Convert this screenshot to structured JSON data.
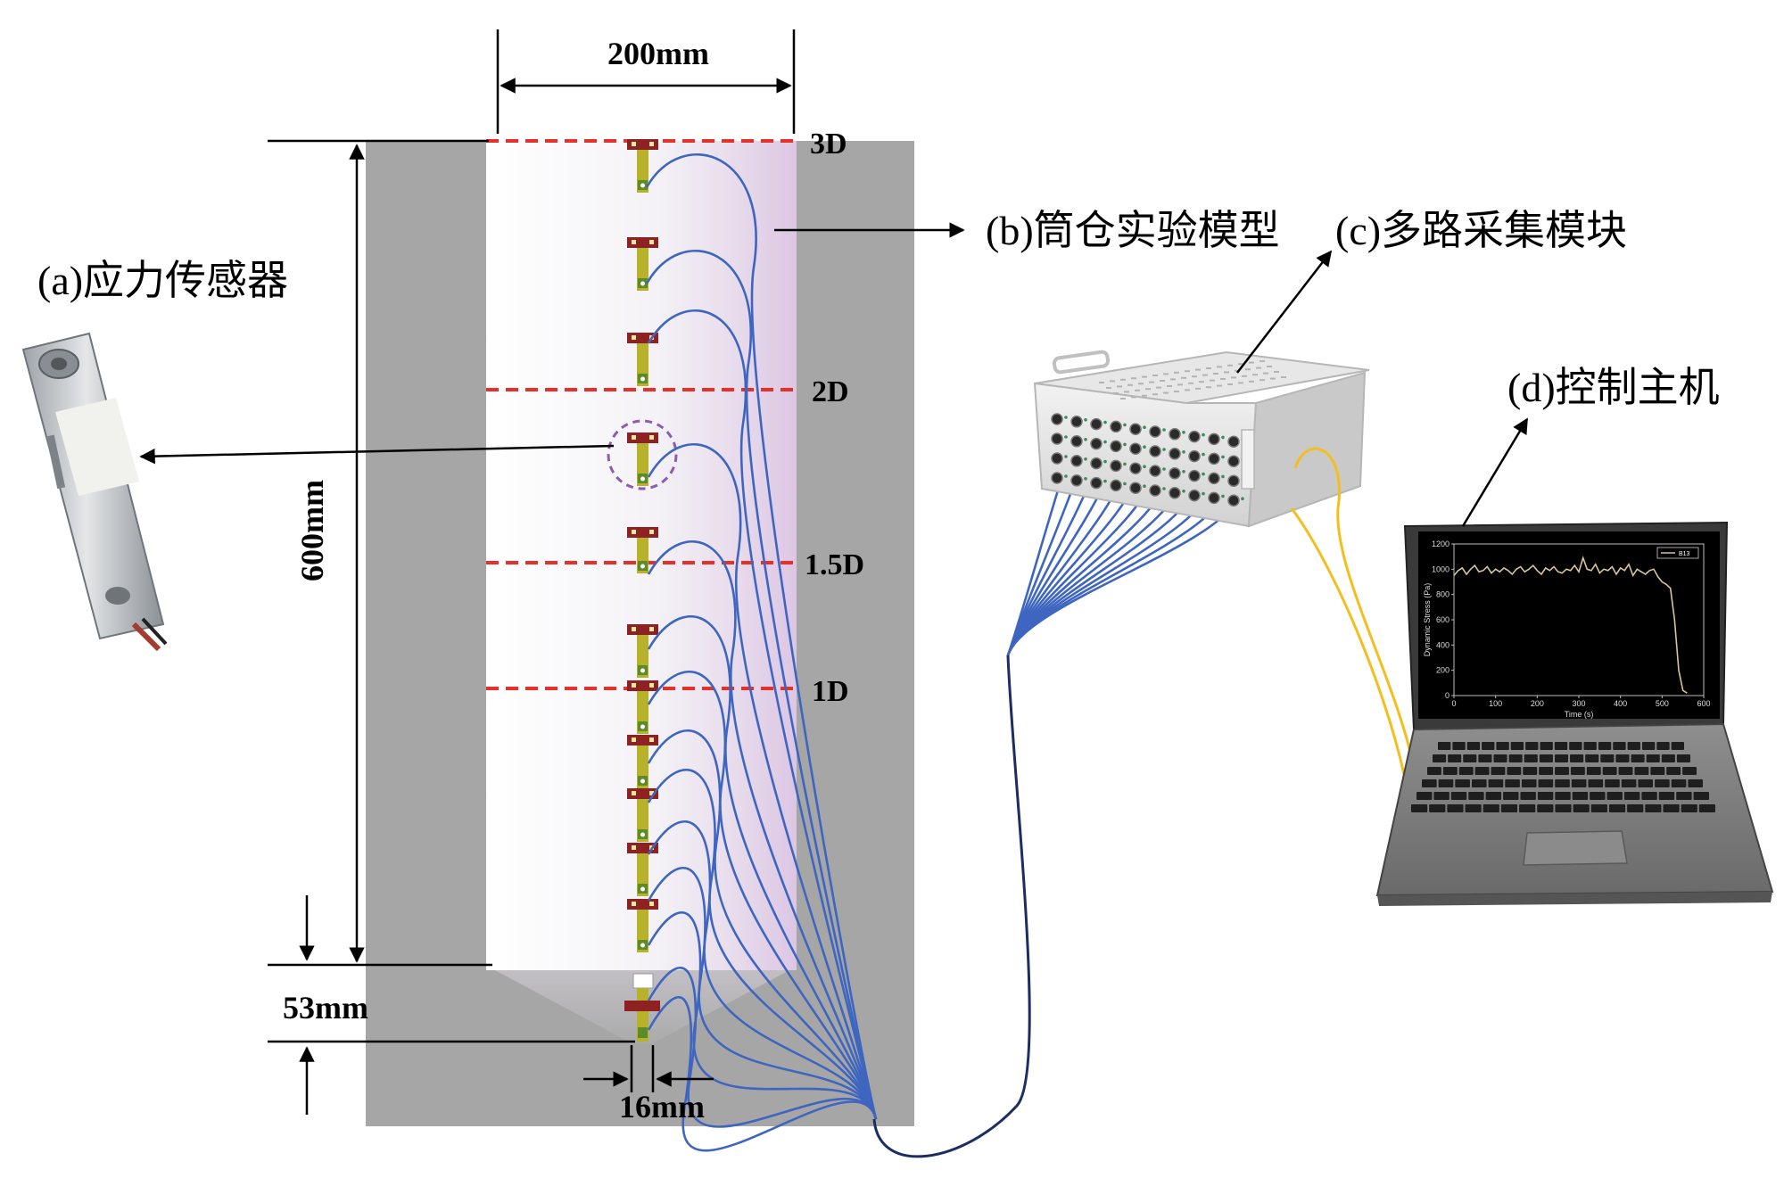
{
  "dimensions": {
    "width_label": "200mm",
    "height_label": "600mm",
    "hopper_label": "53mm",
    "outlet_label": "16mm"
  },
  "levels": [
    "3D",
    "2D",
    "1.5D",
    "1D"
  ],
  "labels": {
    "sensor": "(a)应力传感器",
    "silo": "(b)筒仓实验模型",
    "module": "(c)多路采集模块",
    "host": "(d)控制主机"
  },
  "screen_chart": {
    "type": "line",
    "xlabel": "Time (s)",
    "ylabel": "Dynamic Stress (Pa)",
    "legend": "B13",
    "x_ticks": [
      "0",
      "100",
      "200",
      "300",
      "400",
      "500",
      "600"
    ],
    "y_ticks": [
      "0",
      "200",
      "400",
      "600",
      "800",
      "1000",
      "1200"
    ],
    "xlim": [
      0,
      600
    ],
    "ylim": [
      0,
      1200
    ],
    "series": [
      {
        "name": "B13",
        "x": [
          0,
          10,
          20,
          30,
          40,
          50,
          60,
          70,
          80,
          90,
          100,
          110,
          120,
          130,
          140,
          150,
          160,
          170,
          180,
          190,
          200,
          210,
          220,
          230,
          240,
          250,
          260,
          270,
          280,
          290,
          300,
          310,
          320,
          330,
          340,
          350,
          360,
          370,
          380,
          390,
          400,
          410,
          420,
          430,
          440,
          450,
          460,
          470,
          480,
          490,
          500,
          510,
          520,
          530,
          540,
          550,
          560
        ],
        "y": [
          950,
          990,
          1010,
          960,
          1000,
          1030,
          980,
          990,
          1020,
          970,
          1000,
          980,
          1010,
          990,
          960,
          1000,
          1020,
          980,
          1000,
          1030,
          990,
          960,
          1010,
          990,
          1020,
          980,
          970,
          1000,
          990,
          1030,
          980,
          1090,
          1000,
          990,
          1040,
          970,
          1000,
          990,
          1020,
          960,
          1010,
          990,
          1040,
          950,
          1000,
          980,
          960,
          990,
          1000,
          940,
          900,
          880,
          850,
          600,
          200,
          40,
          20
        ]
      }
    ]
  },
  "colors": {
    "panel_gray": "#a6a6a6",
    "level_line": "#e8302a",
    "cable_blue": "#3e66c0",
    "cable_gold": "#f3be1e",
    "sensor_body": "#b8b22a",
    "marker_purple": "#8a5db3",
    "chart_line": "#d8c39a"
  },
  "icons": [
    "strain-sensor-photo",
    "daq-module-device",
    "laptop-computer"
  ]
}
